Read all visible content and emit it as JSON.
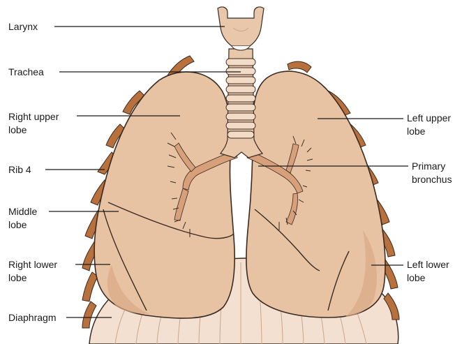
{
  "diagram": {
    "labels": [
      {
        "id": "larynx",
        "text": "Larynx"
      },
      {
        "id": "trachea",
        "text": "Trachea"
      },
      {
        "id": "right_upper_lobe",
        "text": "Right upper\nlobe"
      },
      {
        "id": "rib_4",
        "text": "Rib 4"
      },
      {
        "id": "middle_lobe",
        "text": "Middle\nlobe"
      },
      {
        "id": "right_lower_lobe",
        "text": "Right lower\nlobe"
      },
      {
        "id": "diaphragm",
        "text": "Diaphragm"
      },
      {
        "id": "left_upper_lobe",
        "text": "Left upper\nlobe"
      },
      {
        "id": "primary_bronchus",
        "text": "Primary\nbronchus"
      },
      {
        "id": "left_lower_lobe",
        "text": "Left lower\nlobe"
      }
    ],
    "colors": {
      "lung": "#e8c3a3",
      "lung_shade": "#d9a985",
      "rib": "#b8703c",
      "rib_light": "#cf8a52",
      "trachea": "#e9c7aa",
      "bronchi": "#d8a07a",
      "diaphragm": "#f3e0d0",
      "outline": "#3a2a20"
    }
  }
}
